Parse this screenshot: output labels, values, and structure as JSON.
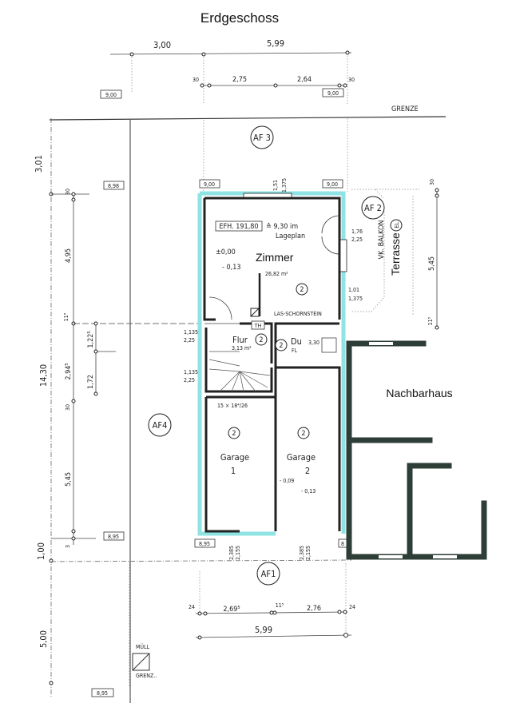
{
  "title": "Erdgeschoss",
  "colors": {
    "outer_wall_highlight": "#8fe3e3",
    "neighbor_walls": "#2c3e36",
    "lines": "#222222"
  },
  "top_dims": {
    "a": "3,00",
    "b": "5,99",
    "c30l": "30",
    "c": "2,75",
    "d": "2,64",
    "c30r": "30"
  },
  "levels": {
    "top_left": "9,00",
    "top_right": "9,00",
    "house_left": "8,98",
    "house_mid": "9,00",
    "house_right": "9,00",
    "bottom_left": "8,95",
    "house_bottom": "8,95",
    "far_bottom": "8,95",
    "house_br": "8"
  },
  "boundary": "GRENZE",
  "areas": {
    "af1": "AF1",
    "af2": "AF 2",
    "af3": "AF 3",
    "af4": "AF4"
  },
  "left_dims": {
    "d301": "3,01",
    "d1430": "14,30",
    "d100": "1,00",
    "d500": "5,00",
    "d30a": "30",
    "d495": "4,95",
    "d115": "11⁵",
    "d2945": "2,94⁵",
    "d30b": "30",
    "d545": "5,45",
    "d3": "3",
    "d1225": "1,22⁵",
    "d172": "1,72"
  },
  "zimmer": {
    "efh": "EFH. 191,80",
    "equiv": "≙ 9,30 im",
    "equiv2": "Lageplan",
    "level0": "±0,00",
    "level1": "- 0,13",
    "name": "Zimmer",
    "area": "26,82 m²",
    "floor": "2",
    "chimney": "LAS-SCHORNSTEIN",
    "th": "TH"
  },
  "window_dims": {
    "w1a": "1,51",
    "w1b": "1,375",
    "w2a": "1,76",
    "w2b": "2,25",
    "w3a": "1,01",
    "w3b": "1,375",
    "w4a": "1,135",
    "w4b": "2,25",
    "w5a": "1,135",
    "w5b": "2,25"
  },
  "flur": {
    "name": "Flur",
    "floor": "2",
    "area": "3,13 m²",
    "stairs": "15 × 18⁴/26"
  },
  "du": {
    "name": "Du",
    "floor": "2",
    "area": "3,30",
    "fl": "FL"
  },
  "garage1": {
    "floor": "2",
    "name": "Garage",
    "num": "1"
  },
  "garage2": {
    "floor": "2",
    "name": "Garage",
    "num": "2",
    "level0": "- 0,09",
    "level1": "- 0,13"
  },
  "door_dims": {
    "g1a": "2,385",
    "g1b": "2,155",
    "g2a": "2,385",
    "g2b": "2,155"
  },
  "terrace": {
    "label": "Terrasse",
    "tag": "EL",
    "balcony": "VK. BALKON",
    "d545": "5,45",
    "d30": "30",
    "d115": "11⁵"
  },
  "neighbor": "Nachbarhaus",
  "bottom_dims": {
    "l24": "24",
    "a": "2,69⁵",
    "b": "11⁵",
    "c": "2,76",
    "r24": "24",
    "total": "5,99"
  },
  "muell": {
    "label": "MÜLL",
    "grenz": "GRENZ.."
  }
}
